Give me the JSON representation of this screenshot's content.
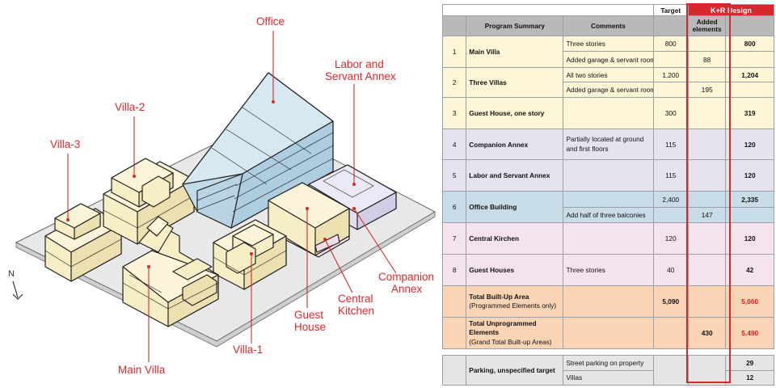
{
  "labels": {
    "office": "Office",
    "labor_annex_1": "Labor and",
    "labor_annex_2": "Servant Annex",
    "villa2": "Villa-2",
    "villa3": "Villa-3",
    "companion_1": "Companion",
    "companion_2": "Annex",
    "central_1": "Central",
    "central_2": "Kitchen",
    "guest_1": "Guest",
    "guest_2": "House",
    "villa1": "Villa-1",
    "main_villa": "Main Villa",
    "north": "N"
  },
  "colors": {
    "building_cream": "#f8eec6",
    "office_blue": "#c3dbe8",
    "annex_lavender": "#e2def0",
    "kitchen_pink": "#f3dde8",
    "callout_red": "#e0262b"
  },
  "table": {
    "target_header": "Target",
    "kr_header": "K+R Design",
    "col_program": "Program Summary",
    "col_comments": "Comments",
    "col_added_1": "Added",
    "col_added_2": "elements",
    "rows": {
      "r1": {
        "num": "1",
        "name": "Main Villa",
        "c1": "Three stories",
        "t1": "800",
        "total": "800",
        "c2": "Added garage & servant room",
        "add2": "88"
      },
      "r2": {
        "num": "2",
        "name": "Three Villas",
        "c1": "All two stories",
        "t1": "1,200",
        "total": "1,204",
        "c2": "Added garage & servant room",
        "add2": "195"
      },
      "r3": {
        "num": "3",
        "name": "Guest House, one story",
        "c1": "",
        "t1": "300",
        "total": "319"
      },
      "r4": {
        "num": "4",
        "name": "Companion Annex",
        "c1a": "Partially located at ground",
        "c1b": "and first floors",
        "t1": "115",
        "total": "120"
      },
      "r5": {
        "num": "5",
        "name": "Labor and Servant Annex",
        "c1": "",
        "t1": "115",
        "total": "120"
      },
      "r6": {
        "num": "6",
        "name": "Office Building",
        "c1": "",
        "t1": "2,400",
        "total": "2,335",
        "c2": "Add half of three balconies",
        "add2": "147"
      },
      "r7": {
        "num": "7",
        "name": "Central Kirchen",
        "c1": "",
        "t1": "120",
        "total": "120"
      },
      "r8": {
        "num": "8",
        "name": "Guest Houses",
        "c1": "Three stories",
        "t1": "40",
        "total": "42"
      },
      "tb": {
        "name1": "Total Built-Up Area",
        "name2": "(Programmed Elements only)",
        "t1": "5,090",
        "total": "5,060"
      },
      "tu": {
        "name1": "Total Unprogrammed Elements",
        "name2": "(Grand Total Built-up Areas)",
        "add": "430",
        "total": "5,490"
      },
      "pk": {
        "name": "Parking, unspecified target",
        "c1": "Street parking on property",
        "total1": "29",
        "c2": "Villas",
        "total2": "12"
      }
    }
  }
}
